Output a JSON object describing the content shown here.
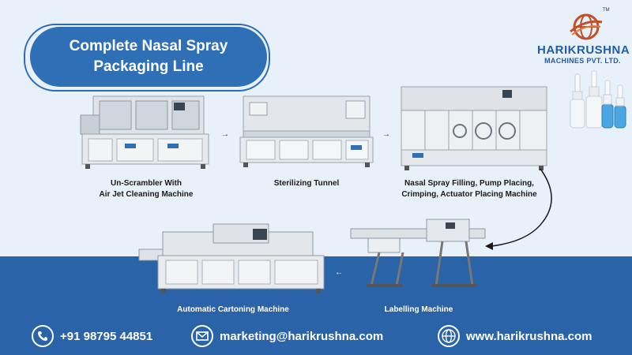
{
  "title": {
    "line1": "Complete Nasal Spray",
    "line2": "Packaging Line"
  },
  "brand": {
    "name": "HARIKRUSHNA",
    "subtitle": "MACHINES PVT. LTD.",
    "tm": "TM"
  },
  "machines": [
    {
      "line1": "Un-Scrambler With",
      "line2": "Air Jet Cleaning Machine"
    },
    {
      "line1": "Sterilizing Tunnel",
      "line2": ""
    },
    {
      "line1": "Nasal Spray Filling, Pump Placing,",
      "line2": "Crimping, Actuator Placing Machine"
    },
    {
      "line1": "Labelling Machine",
      "line2": ""
    },
    {
      "line1": "Automatic Cartoning Machine",
      "line2": ""
    }
  ],
  "contacts": {
    "phone": "+91 98795 44851",
    "email": "marketing@harikrushna.com",
    "website": "www.harikrushna.com"
  },
  "icons": [
    "phone-icon",
    "mail-icon",
    "globe-icon"
  ],
  "colors": {
    "brand_blue": "#2e6fb6",
    "footer_blue": "#2a63a8",
    "background": "#e8f0f9"
  }
}
